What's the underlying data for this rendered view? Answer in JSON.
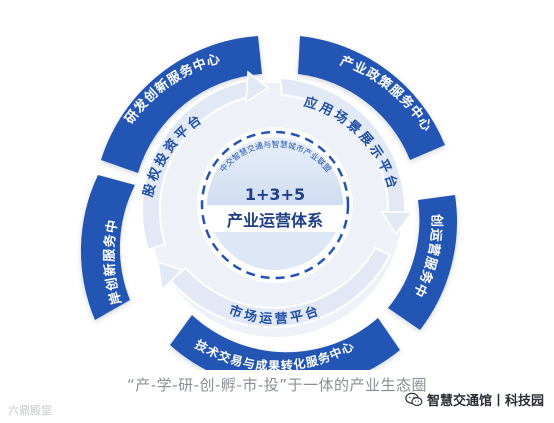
{
  "outer_ring": {
    "top_left": "研发创新服务中心",
    "top_right": "产业政策服务中心",
    "left": "离岸创新服务中心",
    "right": "双创运营服务中心",
    "bottom": "技术交易与成果转化服务中心"
  },
  "middle_ring": {
    "top_left": "股权投资平台",
    "top_right": "应用场景展示平台",
    "bottom": "市场运营平台"
  },
  "inner_ring": {
    "alliance": "中交智慧交通与智慧城市产业联盟"
  },
  "core": {
    "formula": "1+3+5",
    "title": "产业运营体系"
  },
  "caption": "“产-学-研-创-孵-市-投”于一体的产业生态圈",
  "watermark_left": "六鼎殿堂",
  "watermark_right": "智慧交通馆丨科技园",
  "colors": {
    "outer_blue": "#2354b4",
    "ring_light": "#e4ecf7",
    "core_light": "#d9e5f5",
    "text_dark": "#1f4fa8"
  }
}
